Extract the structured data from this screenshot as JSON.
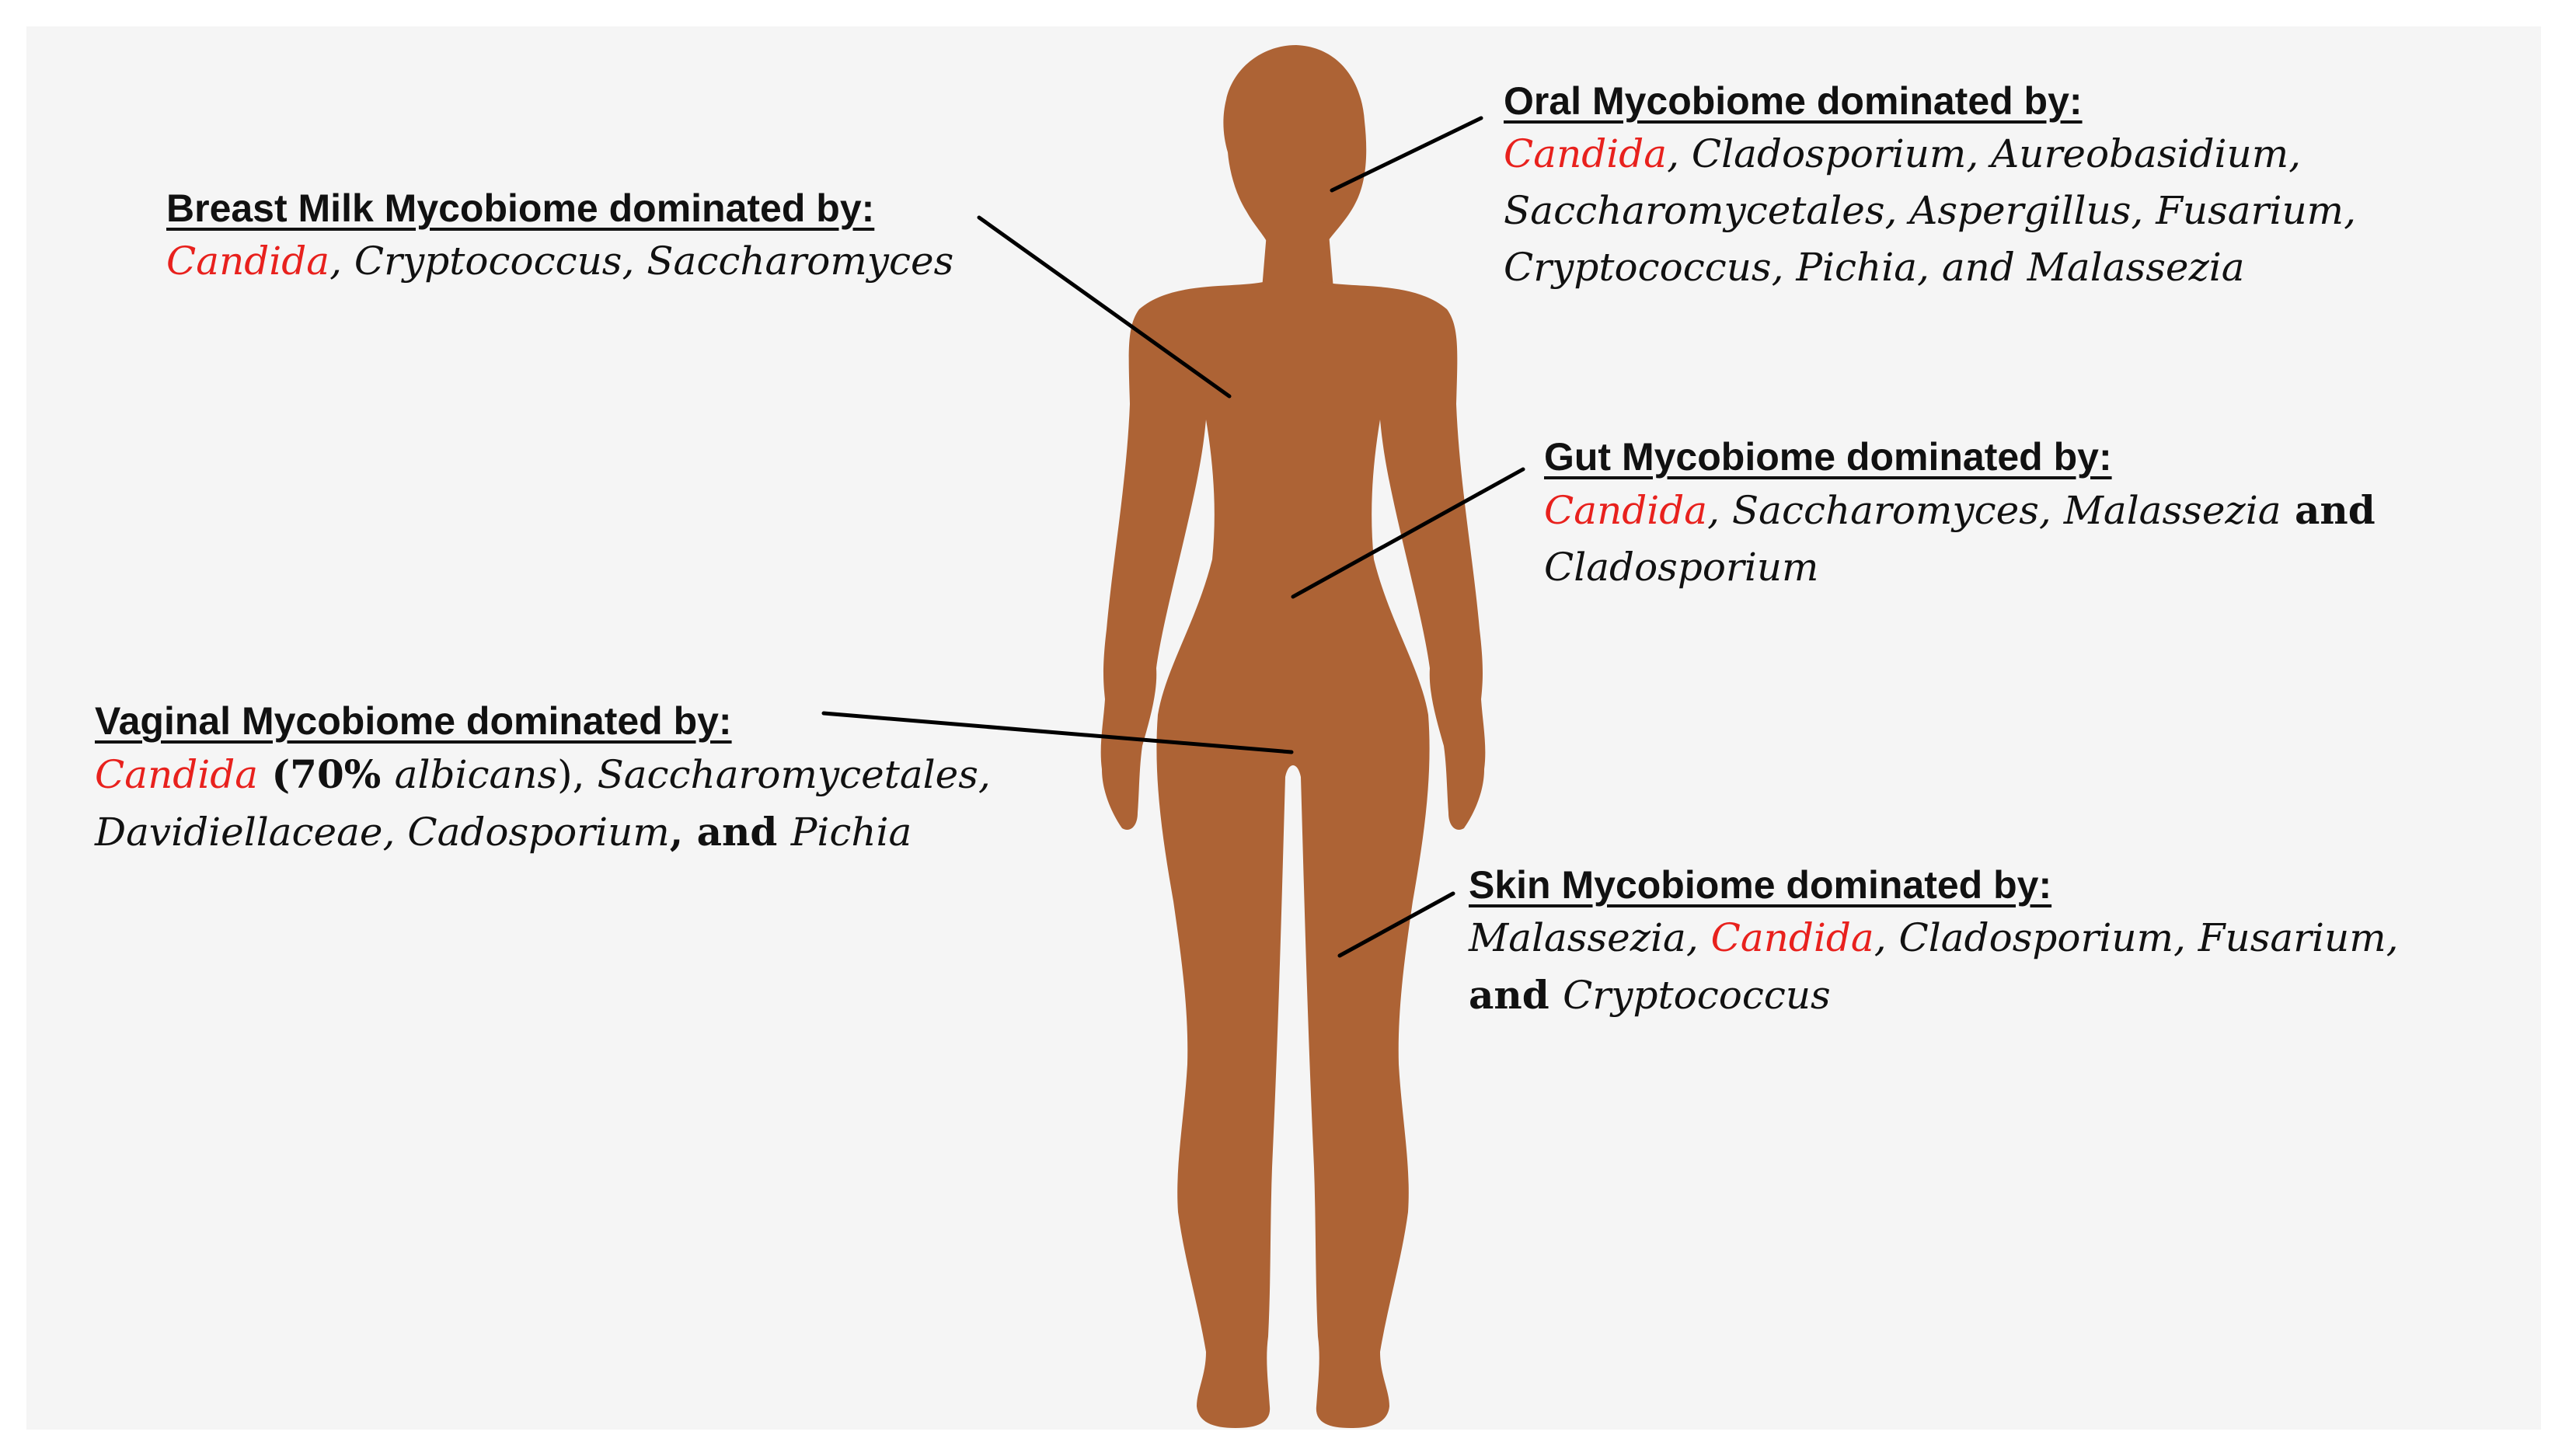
{
  "colors": {
    "background": "#f5f5f5",
    "silhouette": "#ad6335",
    "highlight": "#e8211d",
    "text": "#111111",
    "connector": "#000000"
  },
  "icons": {
    "figure": "human-silhouette-icon"
  },
  "annotations": {
    "breast_milk": {
      "heading": "Breast Milk Mycobiome dominated by:",
      "t1": "Candida",
      "t2": ", ",
      "t3": "Cryptococcus",
      "t4": ", ",
      "t5": "Saccharomyces"
    },
    "oral": {
      "heading": "Oral Mycobiome dominated by:",
      "l1": {
        "t1": "Candida",
        "t2": ", ",
        "t3": "Cladosporium",
        "t4": ", ",
        "t5": "Aureobasidium",
        "t6": ","
      },
      "l2": {
        "t1": "Saccharomycetales",
        "t2": ", ",
        "t3": "Aspergillus",
        "t4": ", ",
        "t5": "Fusarium",
        "t6": ","
      },
      "l3": {
        "t1": "Cryptococcus",
        "t2": ", ",
        "t3": "Pichia",
        "t4": ", and ",
        "t5": "Malassezia"
      }
    },
    "gut": {
      "heading": "Gut Mycobiome dominated by:",
      "l1": {
        "t1": "Candida",
        "t2": ", ",
        "t3": "Saccharomyces",
        "t4": ", ",
        "t5": "Malassezia",
        "t6": " and"
      },
      "l2": {
        "t1": "Cladosporium"
      }
    },
    "vaginal": {
      "heading": "Vaginal Mycobiome dominated by:",
      "l1": {
        "t1": "Candida",
        "t2": " (70% ",
        "t3": "albicans",
        "t4": "), ",
        "t5": "Saccharomycetales",
        "t6": ","
      },
      "l2": {
        "t1": "Davidiellaceae",
        "t2": ", ",
        "t3": "Cadosporium",
        "t4": ", and ",
        "t5": "Pichia"
      }
    },
    "skin": {
      "heading": "Skin Mycobiome dominated by:",
      "l1": {
        "t1": "Malassezia",
        "t2": ", ",
        "t3": "Candida",
        "t4": ", ",
        "t5": "Cladosporium",
        "t6": ", ",
        "t7": "Fusarium",
        "t8": ","
      },
      "l2": {
        "t1": "and ",
        "t2": "Cryptococcus"
      }
    }
  }
}
